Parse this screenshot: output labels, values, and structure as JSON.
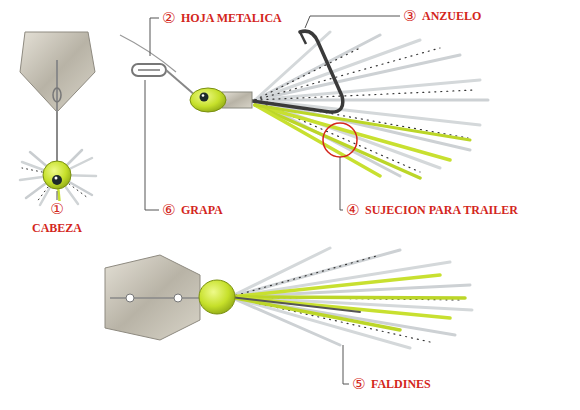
{
  "diagram": {
    "labels": [
      "①",
      "CABEZA",
      "②",
      "HOJA METALICA",
      "③",
      "ANZUELO",
      "⑥",
      "GRAPA",
      "④",
      "SUJECION PARA TRAILER",
      "⑤",
      "FALDINES"
    ]
  }
}
